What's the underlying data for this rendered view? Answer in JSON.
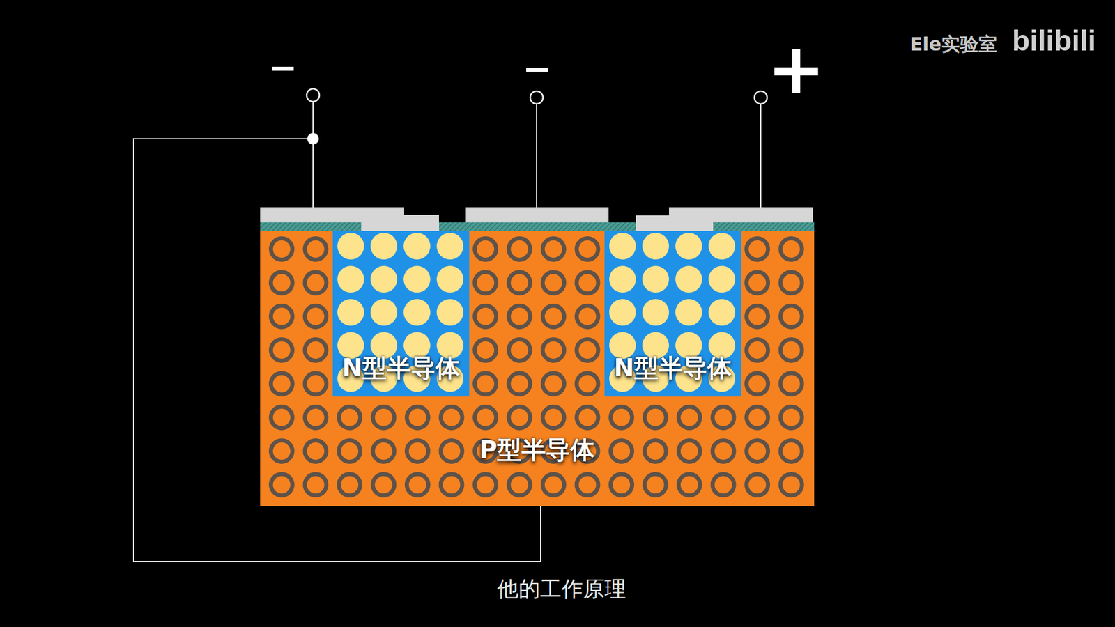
{
  "diagram": {
    "caption": "他的工作原理",
    "nodes": [
      {
        "text": [
          "P型半导体"
        ]
      },
      {
        "text": [
          "N型半导体"
        ],
        "in": 0
      },
      {
        "text": [
          "N型半导体"
        ],
        "in": 0
      }
    ],
    "labels": [
      "−",
      "−",
      "+",
      "Ele实验室",
      "bilibili"
    ]
  }
}
